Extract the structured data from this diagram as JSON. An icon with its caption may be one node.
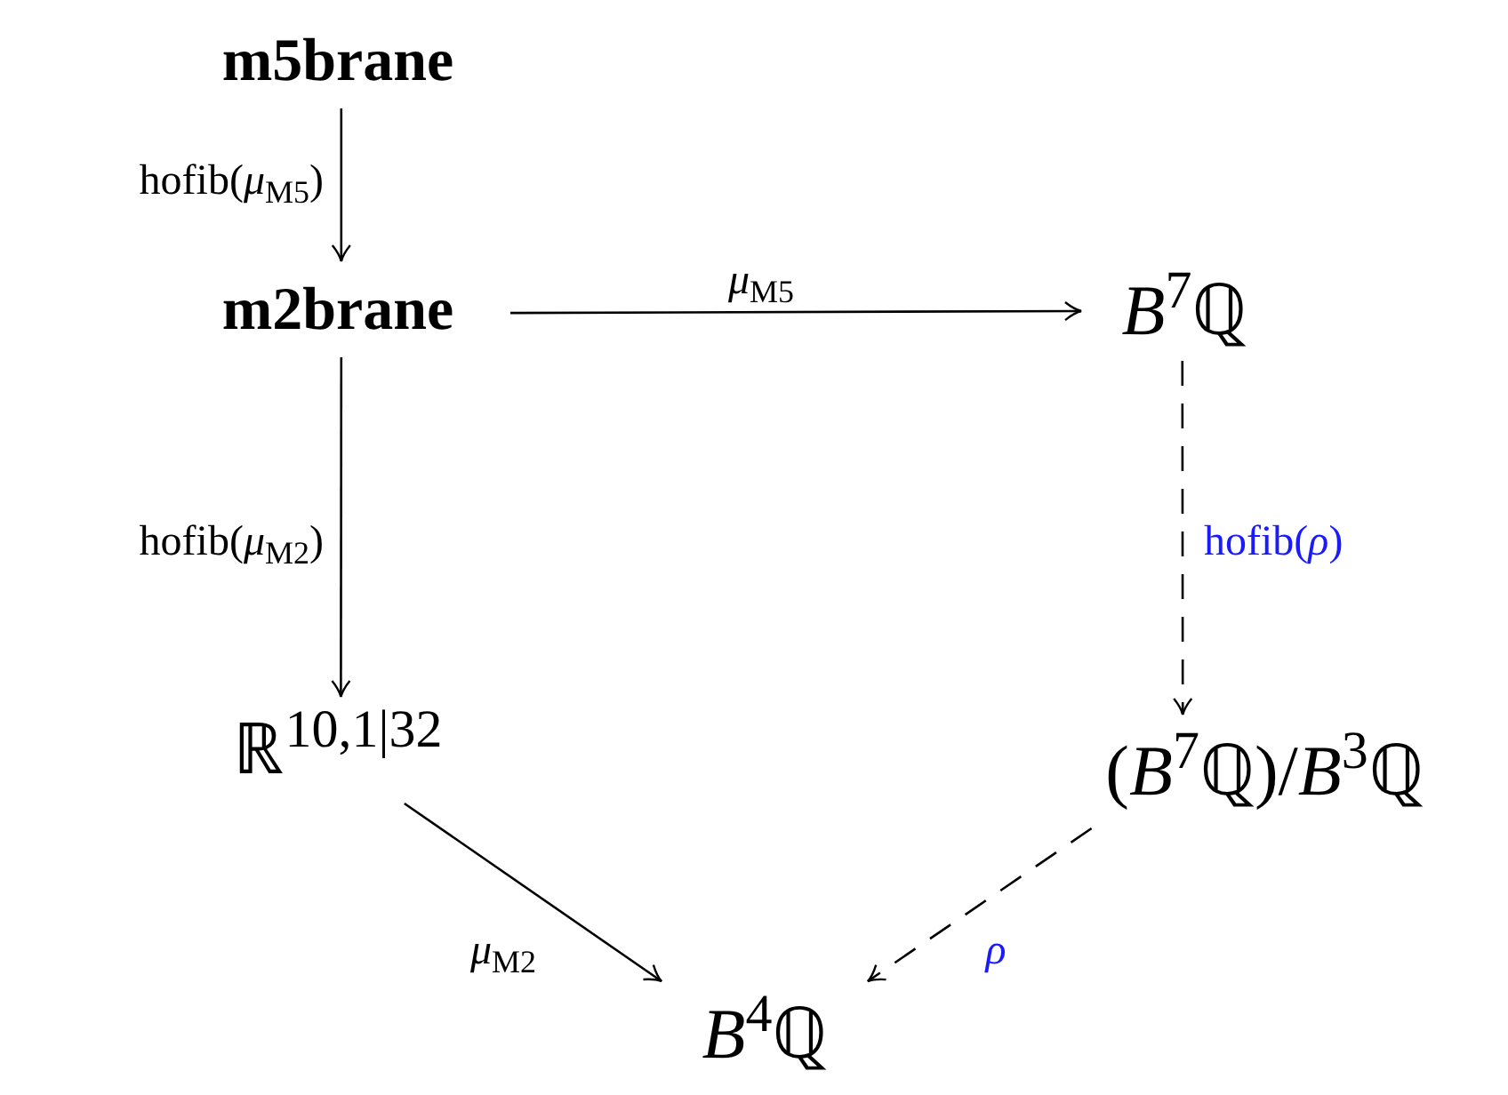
{
  "diagram": {
    "nodes": [
      {
        "text": [
          "m5brane"
        ]
      },
      {
        "text": [
          "m2brane"
        ]
      },
      {
        "text": [
          "*B*$^{7}$ℚ"
        ]
      },
      {
        "text": [
          "ℝ$^{10,1|32}$"
        ]
      },
      {
        "text": [
          "(*B*$^{7}$ℚ)/*B*$^{3}$ℚ"
        ]
      },
      {
        "text": [
          "*B*$^{4}$ℚ"
        ]
      }
    ],
    "edges": [
      {
        "from": 0,
        "to": 1,
        "arrow": "to",
        "label": "hofib(*μ*$_{M5}$)"
      },
      {
        "from": 1,
        "to": 2,
        "arrow": "to",
        "label": "*μ*$_{M5}$"
      },
      {
        "from": 2,
        "to": 4,
        "arrow": "to",
        "label": "hofib(*ρ*)",
        "style": "dashed"
      },
      {
        "from": 1,
        "to": 3,
        "arrow": "to",
        "label": "hofib(*μ*$_{M2}$)"
      },
      {
        "from": 3,
        "to": 5,
        "arrow": "to",
        "label": "*μ*$_{M2}$"
      },
      {
        "from": 4,
        "to": 5,
        "arrow": "to",
        "label": "*ρ*",
        "style": "dashed"
      }
    ]
  }
}
